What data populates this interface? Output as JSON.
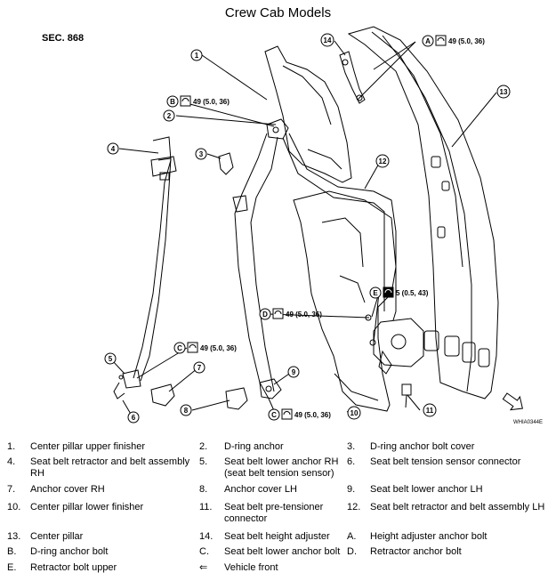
{
  "title": "Crew Cab Models",
  "section": "SEC. 868",
  "image_code": "WHIA0344E",
  "callouts": [
    "1",
    "2",
    "3",
    "4",
    "5",
    "6",
    "7",
    "8",
    "9",
    "10",
    "11",
    "12",
    "13",
    "14",
    "A",
    "B",
    "C",
    "D",
    "E"
  ],
  "torques": {
    "A": "49 (5.0, 36)",
    "B": "49 (5.0, 36)",
    "C_upper": "49 (5.0, 36)",
    "C_lower": "49 (5.0, 36)",
    "D": "49 (5.0, 36)",
    "E": "5 (0.5, 43)"
  },
  "legend": [
    [
      {
        "n": "1.",
        "t": "Center pillar upper finisher"
      },
      {
        "n": "2.",
        "t": "D-ring anchor"
      },
      {
        "n": "3.",
        "t": "D-ring anchor bolt cover"
      }
    ],
    [
      {
        "n": "4.",
        "t": "Seat belt retractor and belt assembly RH"
      },
      {
        "n": "5.",
        "t": "Seat belt lower anchor RH (seat belt tension sensor)"
      },
      {
        "n": "6.",
        "t": "Seat belt tension sensor connector"
      }
    ],
    [
      {
        "n": "7.",
        "t": "Anchor cover RH"
      },
      {
        "n": "8.",
        "t": "Anchor cover LH"
      },
      {
        "n": "9.",
        "t": "Seat belt lower anchor LH"
      }
    ],
    [
      {
        "n": "10.",
        "t": "Center pillar lower finisher"
      },
      {
        "n": "11.",
        "t": "Seat belt pre-tensioner connector"
      },
      {
        "n": "12.",
        "t": "Seat belt retractor and belt assembly LH"
      }
    ],
    [
      {
        "n": "13.",
        "t": "Center pillar"
      },
      {
        "n": "14.",
        "t": "Seat belt height adjuster"
      },
      {
        "n": "A.",
        "t": "Height adjuster anchor bolt"
      }
    ],
    [
      {
        "n": "B.",
        "t": "D-ring anchor bolt"
      },
      {
        "n": "C.",
        "t": "Seat belt lower anchor bolt"
      },
      {
        "n": "D.",
        "t": "Retractor anchor bolt"
      }
    ],
    [
      {
        "n": "E.",
        "t": "Retractor bolt upper"
      },
      {
        "n": "⇐",
        "t": "Vehicle front"
      },
      {
        "n": "",
        "t": ""
      }
    ]
  ]
}
